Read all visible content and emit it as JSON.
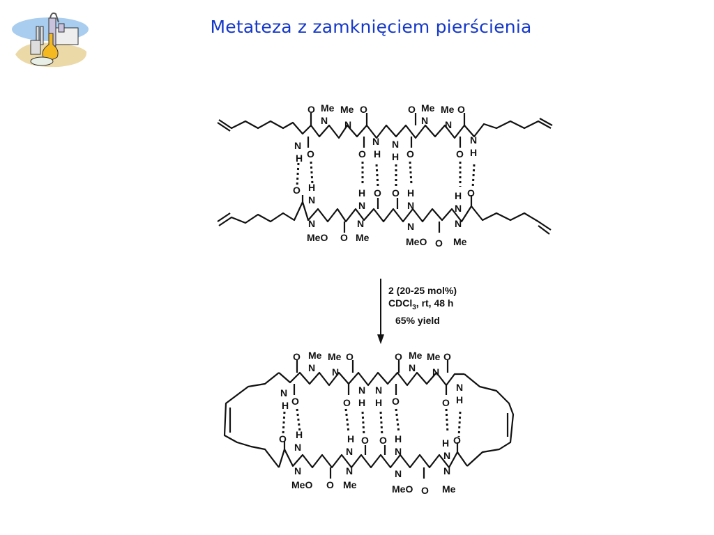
{
  "slide": {
    "title": "Metateza z zamknięciem pierścienia",
    "logo_icon": "chemistry-lab-clipart-icon",
    "accent_color": "#1538c9"
  },
  "scheme": {
    "starting_material": {
      "description": "Hydrogen-bonded cyclic peptide dimer with four terminal alkene side chains",
      "labels": [
        "O",
        "Me",
        "Me",
        "O",
        "N",
        "N",
        "O",
        "Me",
        "Me",
        "O",
        "N",
        "N",
        "N",
        "H",
        "O",
        "N",
        "H",
        "N",
        "H",
        "O",
        "O",
        "N",
        "H",
        "O",
        "H",
        "N",
        "H",
        "O",
        "H",
        "O",
        "H",
        "N",
        "H",
        "N",
        "O",
        "N",
        "N",
        "N",
        "N",
        "Me",
        "O",
        "O",
        "Me",
        "Me",
        "O",
        "O",
        "Me"
      ],
      "me_labels": [
        "Me",
        "Me",
        "Me",
        "Me",
        "Me",
        "Me",
        "Me",
        "Me"
      ]
    },
    "reaction": {
      "catalyst": "2 (20-25 mol%)",
      "solvent_line": "CDCl",
      "solvent_sub": "3",
      "conditions_rest": ", rt, 48 h",
      "yield": "65% yield",
      "arrow_icon": "down-arrow-icon"
    },
    "product": {
      "description": "Ring-closed bis-macrocyclic hydrogen-bonded peptide dimer with two cis alkenes"
    }
  }
}
